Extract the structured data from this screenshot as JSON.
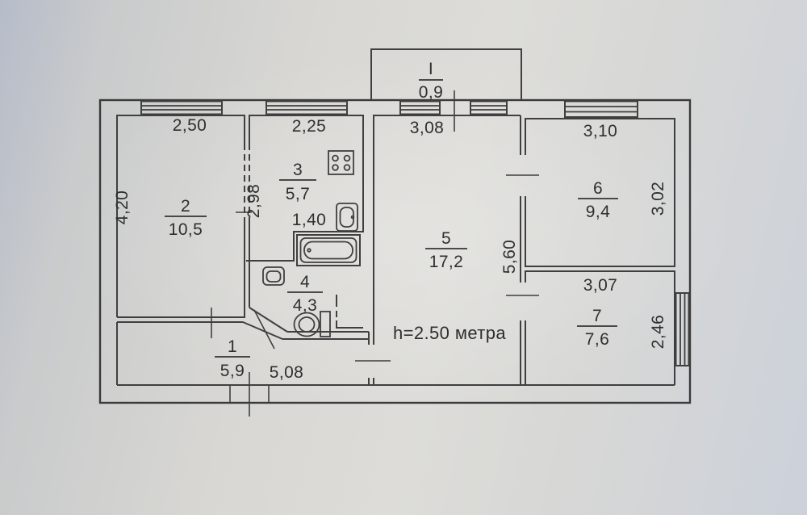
{
  "plan": {
    "height_note": "h=2.50 метра",
    "balcony": {
      "numeral": "I",
      "area": "0,9"
    },
    "rooms": [
      {
        "number": "1",
        "area": "5,9"
      },
      {
        "number": "2",
        "area": "10,5"
      },
      {
        "number": "3",
        "area": "5,7"
      },
      {
        "number": "4",
        "area": "4,3"
      },
      {
        "number": "5",
        "area": "17,2"
      },
      {
        "number": "6",
        "area": "9,4"
      },
      {
        "number": "7",
        "area": "7,6"
      }
    ],
    "dimensions": {
      "room2_width": "2,50",
      "room3_width": "2,25",
      "room5_width": "3,08",
      "room6_width": "3,10",
      "room7_width": "3,07",
      "room2_depth": "4,20",
      "wall_2_3": "2,98",
      "bath_nook": "1,40",
      "wall_5_67": "5,60",
      "room6_depth": "3,02",
      "room7_depth": "2,46",
      "hall_width": "5,08"
    }
  }
}
